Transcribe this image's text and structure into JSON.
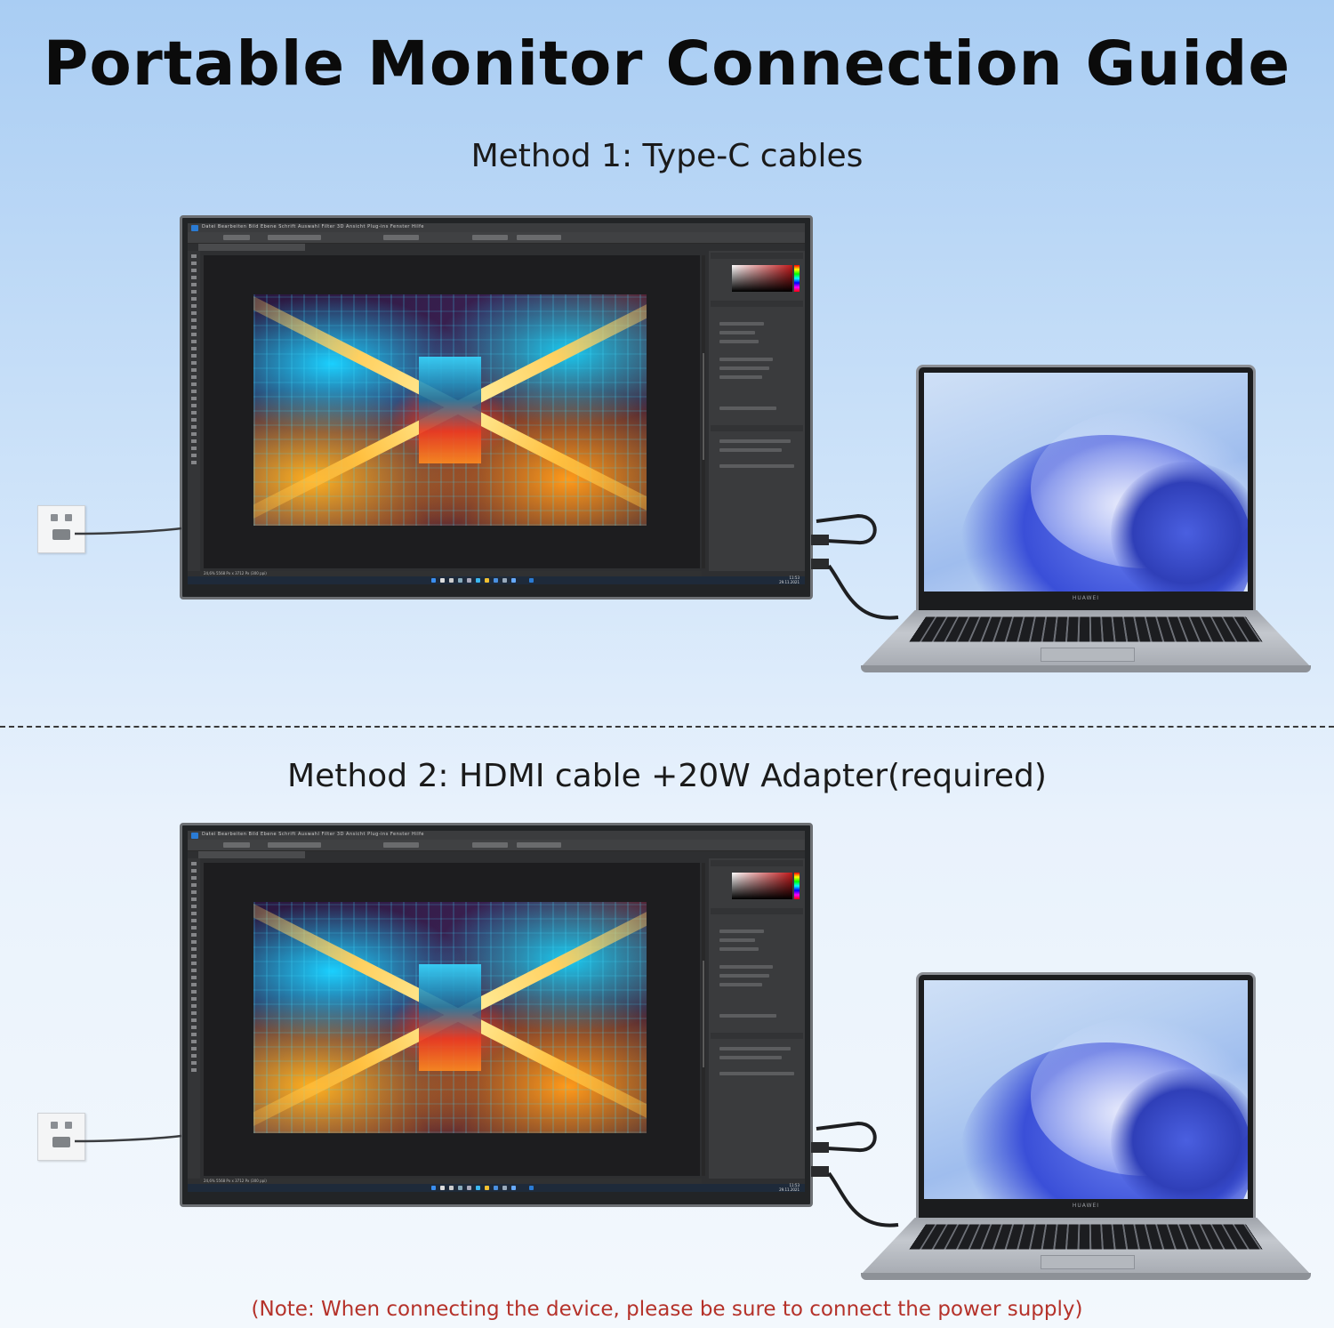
{
  "title": "Portable Monitor Connection Guide",
  "methods": [
    {
      "label": "Method 1: Type-C cables"
    },
    {
      "label": "Method 2: HDMI cable +20W Adapter(required)"
    }
  ],
  "note": "(Note: When connecting the device, please be sure to connect the power supply)",
  "monitor_screen": {
    "menu": "Datei  Bearbeiten  Bild  Ebene  Schrift  Auswahl  Filter  3D  Ansicht  Plug-ins  Fenster  Hilfe",
    "status": "24,6%    5568 Px x 3712 Px (300 ppi)",
    "clock_time": "11:53",
    "clock_date": "29.11.2021"
  },
  "laptop_brand": "HUAWEI",
  "colors": {
    "title": "#0b0b0b",
    "note": "#b5322a",
    "divider": "#3a3a3a"
  }
}
